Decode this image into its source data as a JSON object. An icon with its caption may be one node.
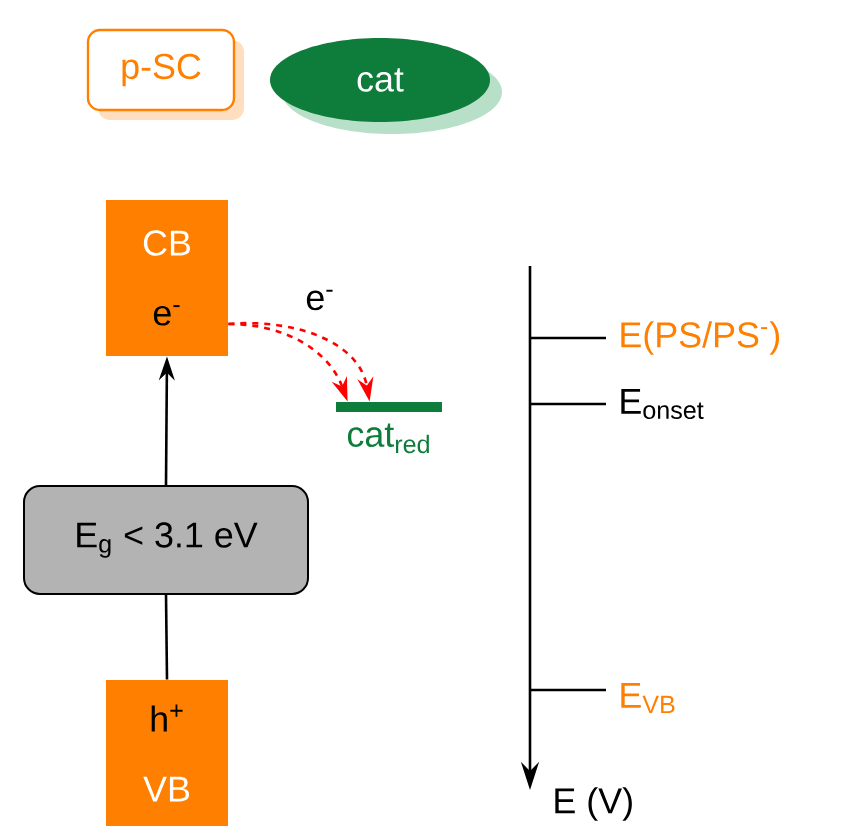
{
  "diagram": {
    "nodes": [
      {
        "text": [
          "p-SC"
        ]
      },
      {
        "text": [
          "cat"
        ]
      },
      {
        "text": [
          "CB",
          "e$^{-}$"
        ]
      },
      {
        "text": [
          "E$_{g}$ < 3.1 eV"
        ]
      },
      {
        "text": [
          "h$^{+}$",
          "VB"
        ]
      },
      {
        "text": [
          "cat$_{red}$"
        ]
      }
    ],
    "edges": [
      {
        "from": 4,
        "to": 3,
        "arrow": "none"
      },
      {
        "from": 3,
        "to": 2,
        "arrow": "to"
      },
      {
        "from": 2,
        "to": 5,
        "arrow": "to",
        "label": "e$^{-}$",
        "style": "dashed",
        "color": "#ff0000"
      },
      {
        "from": 2,
        "to": 5,
        "arrow": "to",
        "style": "dashed",
        "color": "#ff0000"
      }
    ],
    "labels": [
      "E(PS/PS$^{-}$)",
      "E$_{onset}$",
      "E$_{VB}$",
      "E (V)"
    ]
  }
}
